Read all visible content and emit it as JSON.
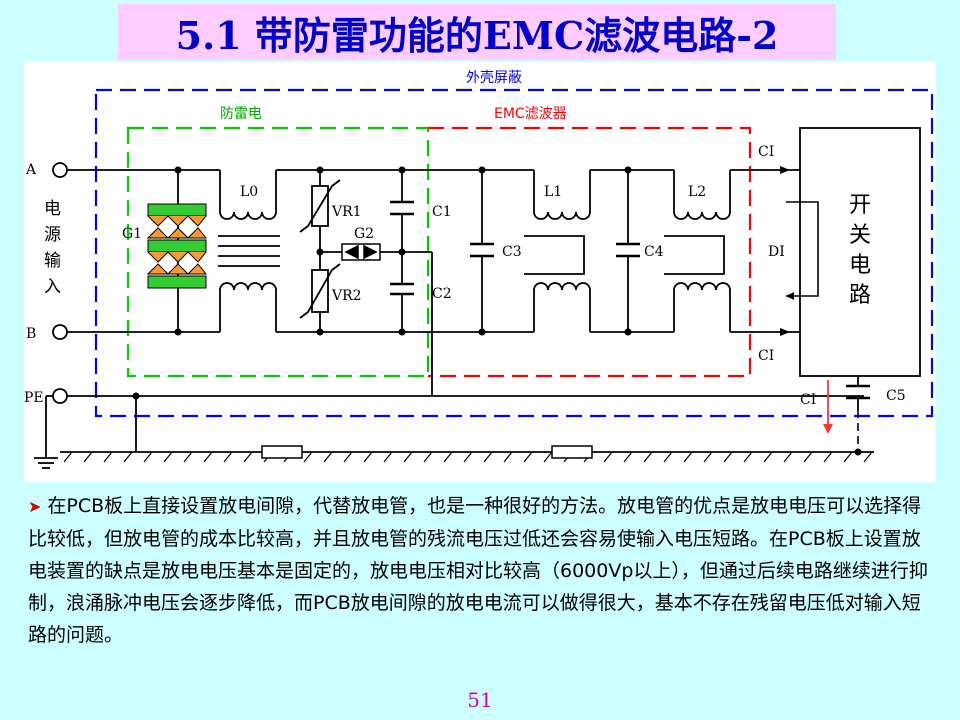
{
  "title": "5.1 带防雷功能的EMC滤波电路-2",
  "diagram": {
    "region_labels": {
      "shield": "外壳屏蔽",
      "lightning": "防雷电",
      "emc": "EMC滤波器"
    },
    "terminals": {
      "a": "A",
      "b": "B",
      "pe": "PE"
    },
    "power_input": [
      "电",
      "源",
      "输",
      "入"
    ],
    "components": {
      "g1": "G1",
      "l0": "L0",
      "vr1": "VR1",
      "vr2": "VR2",
      "g2": "G2",
      "c1": "C1",
      "c2": "C2",
      "c3": "C3",
      "l1": "L1",
      "c4": "C4",
      "l2": "L2",
      "c5": "C5"
    },
    "currents": {
      "ci_top": "CI",
      "ci_bottom": "CI",
      "ci_ground": "CI",
      "di": "DI"
    },
    "switching_circuit": [
      "开",
      "关",
      "电",
      "路"
    ],
    "colors": {
      "shield": "#0000ff",
      "lightning": "#00cc00",
      "emc": "#ff0000"
    }
  },
  "paragraph": "在PCB板上直接设置放电间隙，代替放电管，也是一种很好的方法。放电管的优点是放电电压可以选择得比较低，但放电管的成本比较高，并且放电管的残流电压过低还会容易使输入电压短路。在PCB板上设置放电装置的缺点是放电电压基本是固定的，放电电压相对比较高（6000Vp以上），但通过后续电路继续进行抑制，浪涌脉冲电压会逐步降低，而PCB放电间隙的放电电流可以做得很大，基本不存在残留电压低对输入短路的问题。",
  "page_number": "51"
}
